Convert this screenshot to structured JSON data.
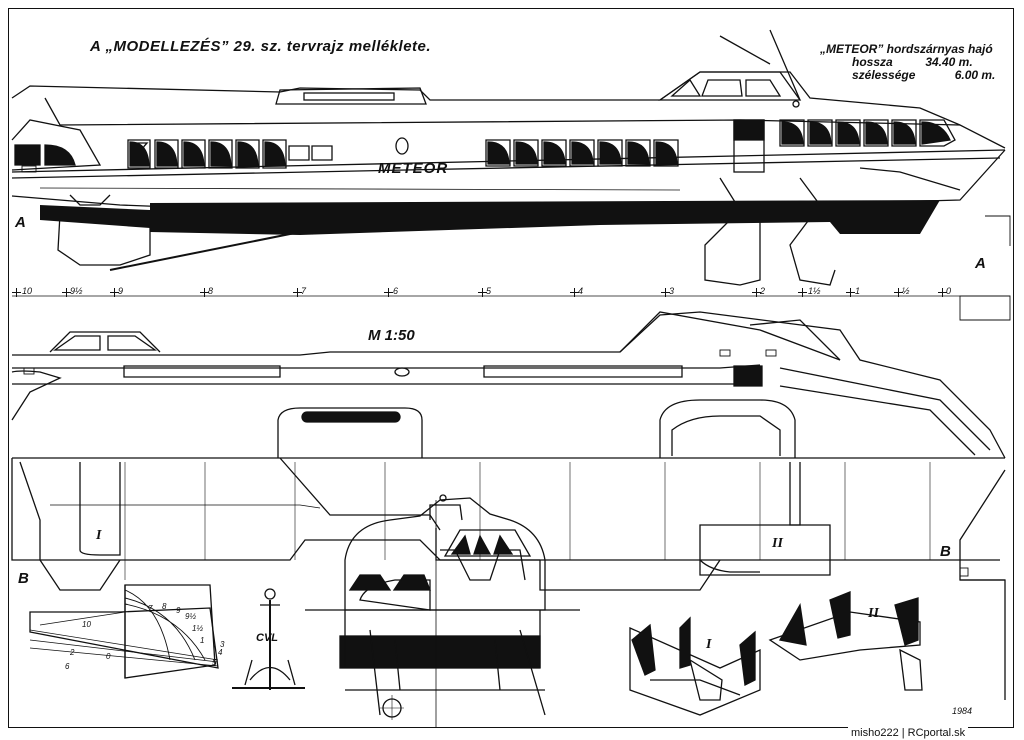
{
  "title": "A „MODELLEZÉS” 29. sz. tervrajz melléklete.",
  "spec": {
    "heading": "„METEOR” hordszárnyas hajó",
    "length_label": "hossza",
    "length_value": "34.40 m.",
    "width_label": "szélessége",
    "width_value": "6.00 m."
  },
  "hull_name": "METEOR",
  "scale": "M 1:50",
  "section_labels": {
    "a": "A",
    "b": "B"
  },
  "foil_labels": {
    "front": "I",
    "rear": "II"
  },
  "stations": [
    "10",
    "9½",
    "9",
    "8",
    "7",
    "6",
    "5",
    "4",
    "3",
    "2",
    "1½",
    "1",
    "½",
    "0"
  ],
  "cwl_label": "CVL",
  "body_plan_numbers": [
    "10",
    "9½",
    "9",
    "8",
    "7",
    "6",
    "5",
    "4",
    "3",
    "2",
    "1½",
    "1",
    "0"
  ],
  "signature": "1984",
  "watermark": "misho222 | RCportal.sk",
  "colors": {
    "ink": "#111111",
    "paper": "#ffffff"
  }
}
